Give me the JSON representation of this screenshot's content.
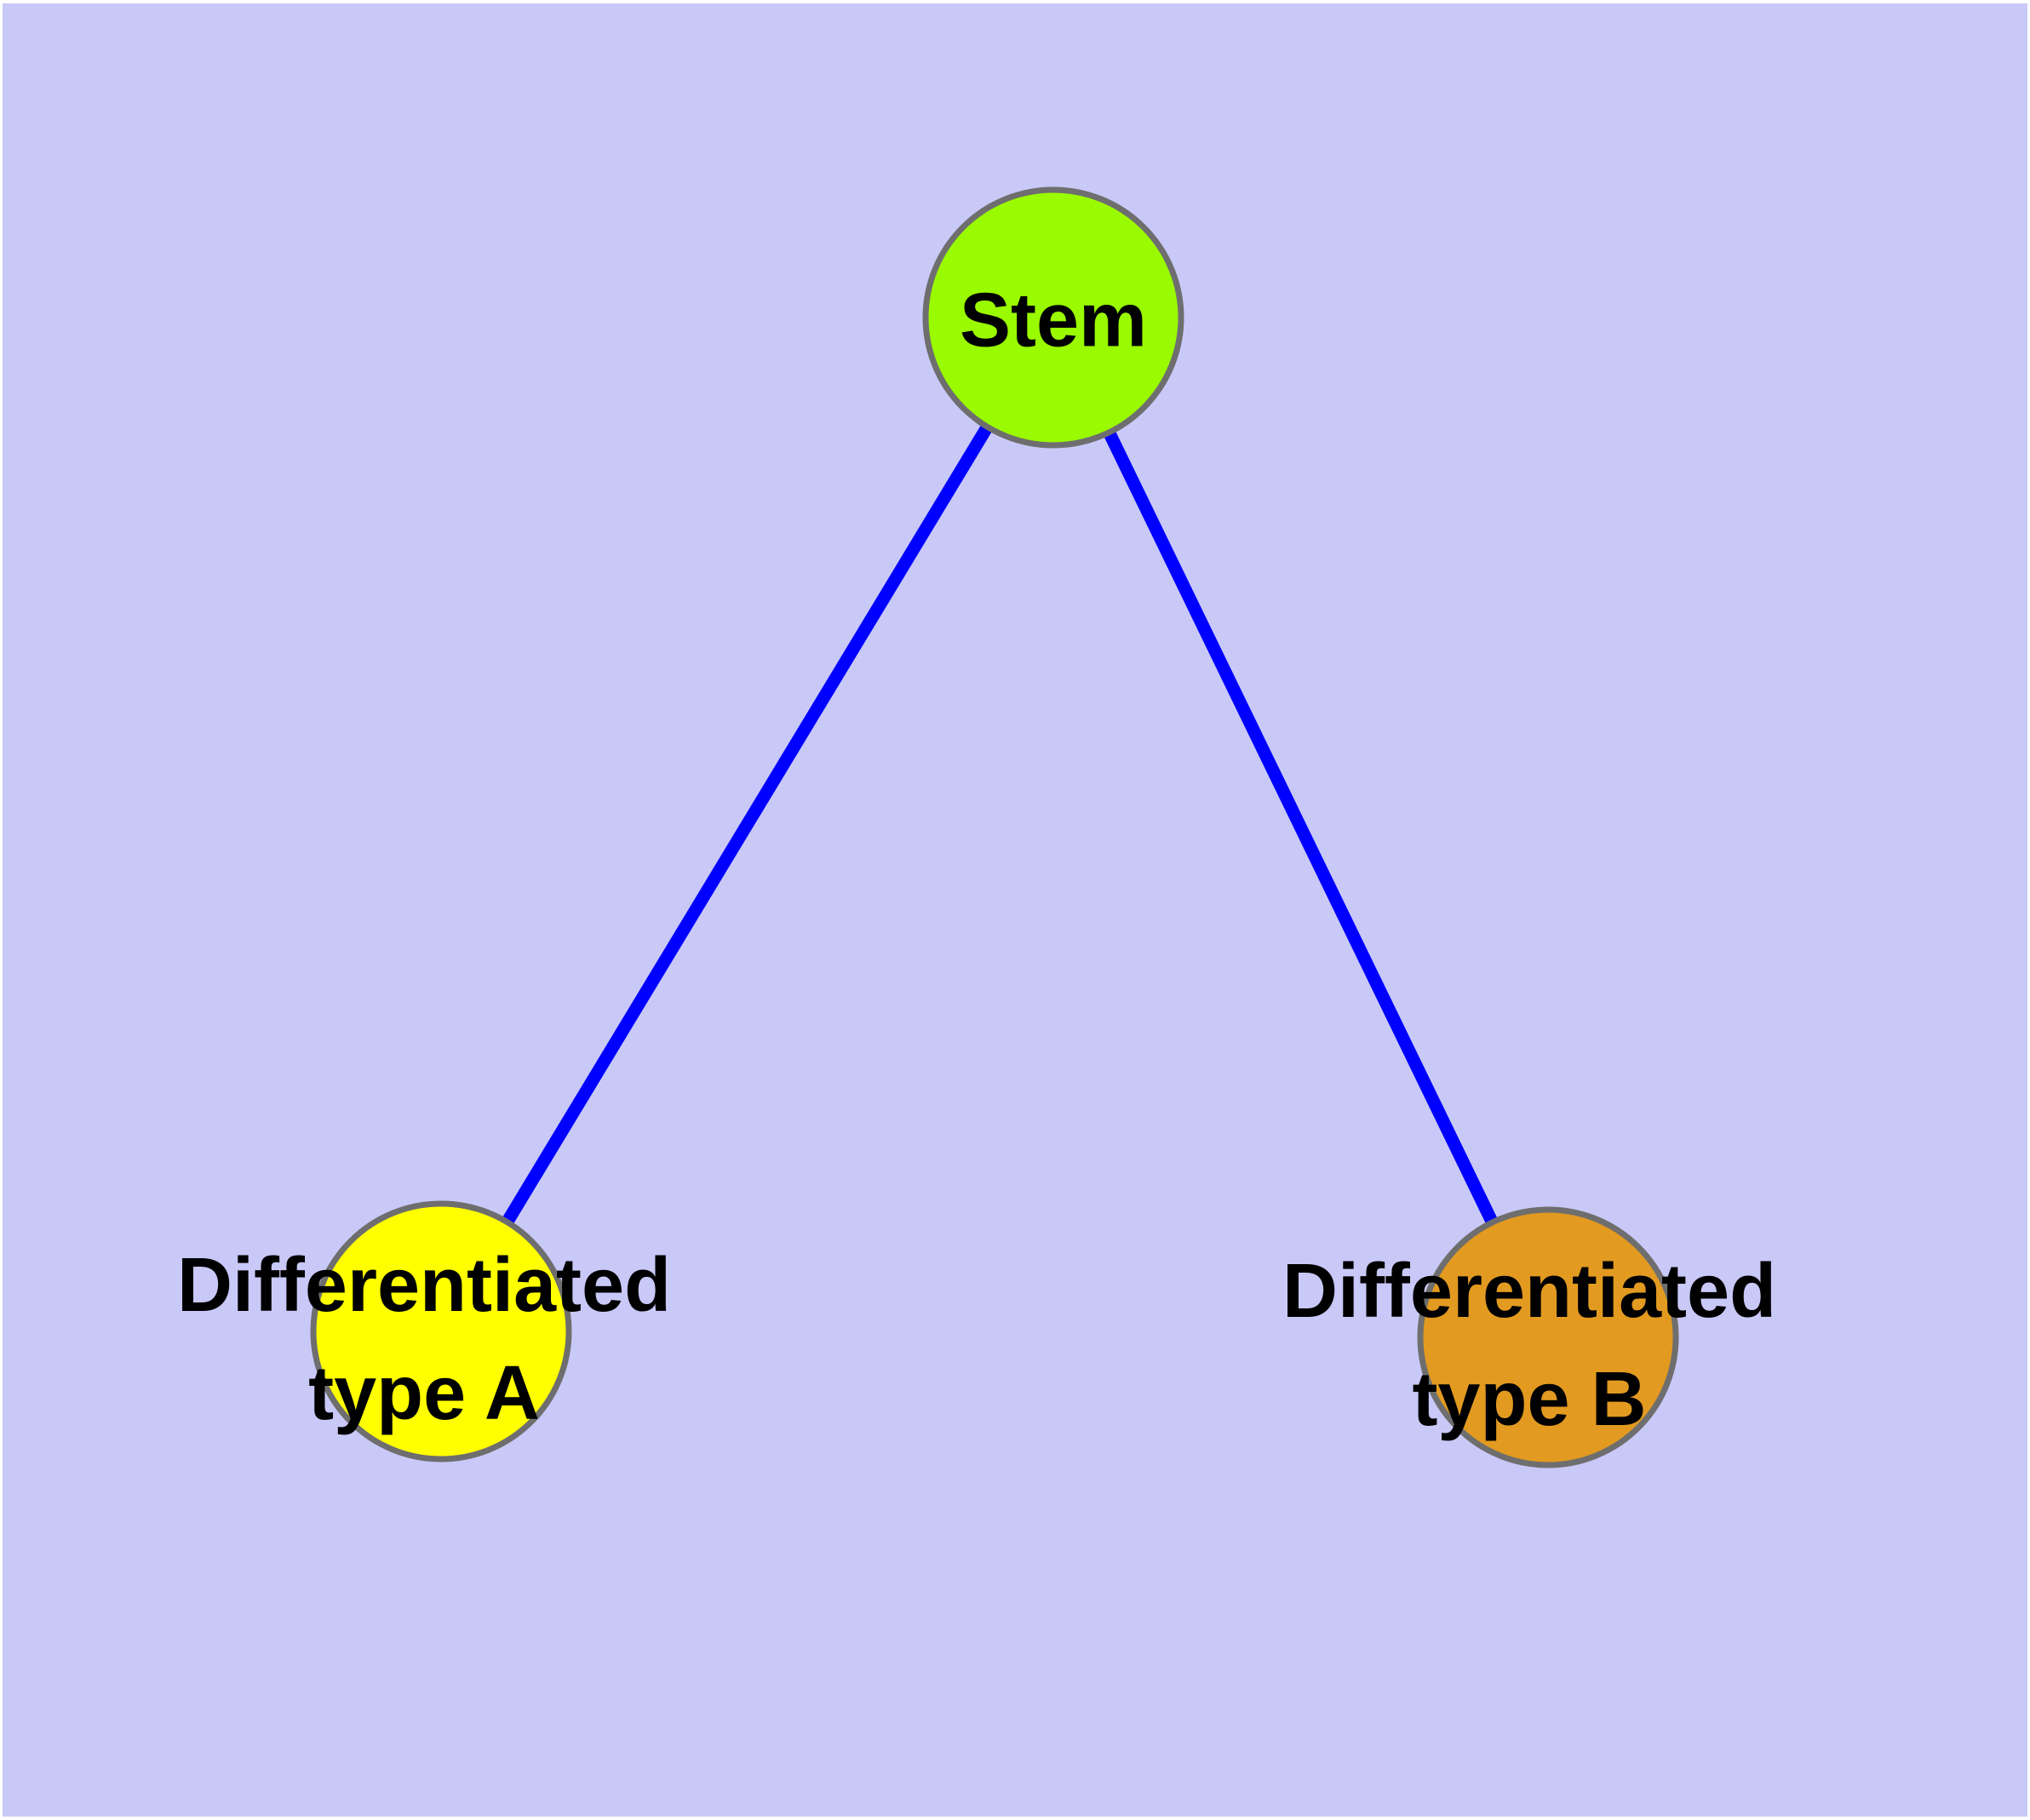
{
  "diagram": {
    "type": "graph",
    "background_color": "#C9C9F8",
    "frame_color": "#FFFFFF",
    "edge_color": "#0000FF",
    "node_border_color": "#6E6E6E",
    "label_color": "#000000",
    "nodes": [
      {
        "id": "stem",
        "label": "Stem",
        "color": "#9AFB00"
      },
      {
        "id": "diff-a",
        "label": "Differentiated\ntype A",
        "color": "#FFFF00"
      },
      {
        "id": "diff-b",
        "label": "Differentiated\ntype B",
        "color": "#E29A20"
      }
    ],
    "edges": [
      {
        "from": "Stem",
        "to": "Differentiated type A"
      },
      {
        "from": "Stem",
        "to": "Differentiated type B"
      }
    ]
  }
}
